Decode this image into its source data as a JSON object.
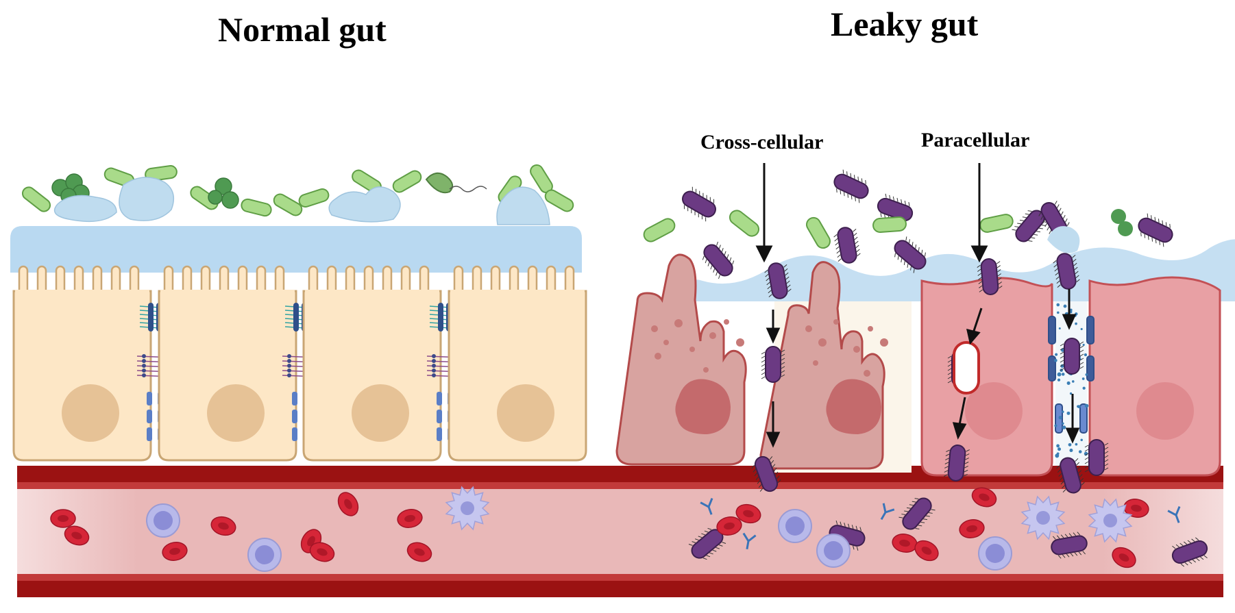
{
  "titles": {
    "normal": "Normal gut",
    "leaky": "Leaky gut"
  },
  "pathways": {
    "cross_cellular": "Cross-cellular",
    "paracellular": "Paracellular"
  },
  "colors": {
    "mucus": "#b9d9f1",
    "normal_cell": "#fde7c6",
    "normal_cell_border": "#c9a674",
    "nucleus": "#e6c296",
    "damaged_cell": "#d8a3a0",
    "damaged_cell_border": "#b34a4a",
    "inflamed_cell": "#e8a0a4",
    "vessel_wall": "#9b1212",
    "vessel_lumen": "#e9b8b8",
    "red_blood_cell": "#d62638",
    "commensal_bacteria": "#a9db8a",
    "pathogen": "#6b3a83",
    "immune_cell": "#b8b9ea",
    "tight_junction": "#2f4f8a"
  }
}
